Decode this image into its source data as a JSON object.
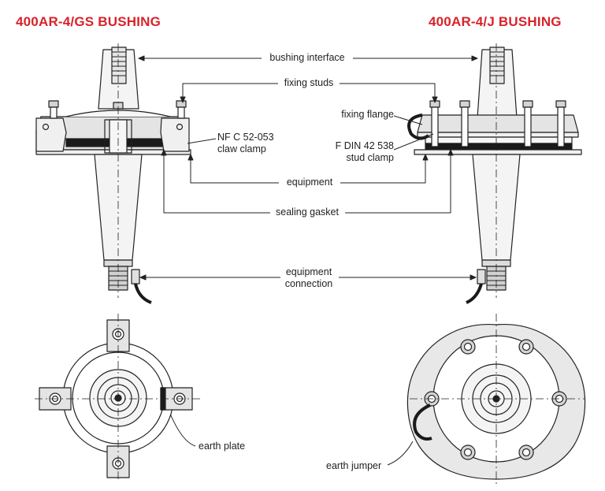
{
  "titles": {
    "left": "400AR-4/GS BUSHING",
    "right": "400AR-4/J BUSHING"
  },
  "labels": {
    "bushing_interface": "bushing interface",
    "fixing_studs": "fixing studs",
    "fixing_flange": "fixing flange",
    "nf_c_line1": "NF C 52-053",
    "nf_c_line2": "claw clamp",
    "fdin_line1": "F DIN 42 538",
    "fdin_line2": "stud clamp",
    "equipment": "equipment",
    "sealing_gasket": "sealing gasket",
    "equipment_connection_line1": "equipment",
    "equipment_connection_line2": "connection",
    "earth_plate": "earth plate",
    "earth_jumper": "earth jumper"
  },
  "colors": {
    "title": "#d8232a",
    "line": "#222222",
    "fill_light": "#eeeeee",
    "fill_mid": "#d4d4d4",
    "fill_dark": "#888888",
    "gasket": "#1a1a1a"
  }
}
